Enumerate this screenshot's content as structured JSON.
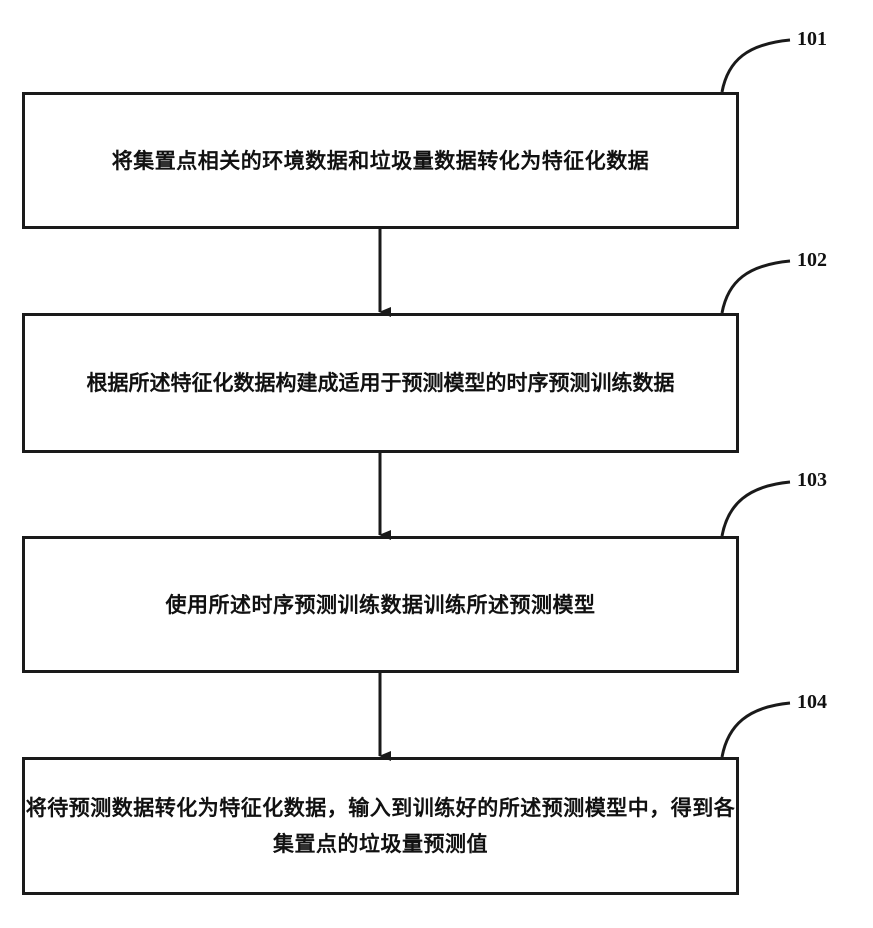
{
  "steps": [
    {
      "number": "101",
      "text": "将集置点相关的环境数据和垃圾量数据转化为特征化数据"
    },
    {
      "number": "102",
      "text": "根据所述特征化数据构建成适用于预测模型的时序预测训练数据"
    },
    {
      "number": "103",
      "text": "使用所述时序预测训练数据训练所述预测模型"
    },
    {
      "number": "104",
      "text": "将待预测数据转化为特征化数据，输入到训练好的所述预测模型中，得到各集置点的垃圾量预测值"
    }
  ]
}
